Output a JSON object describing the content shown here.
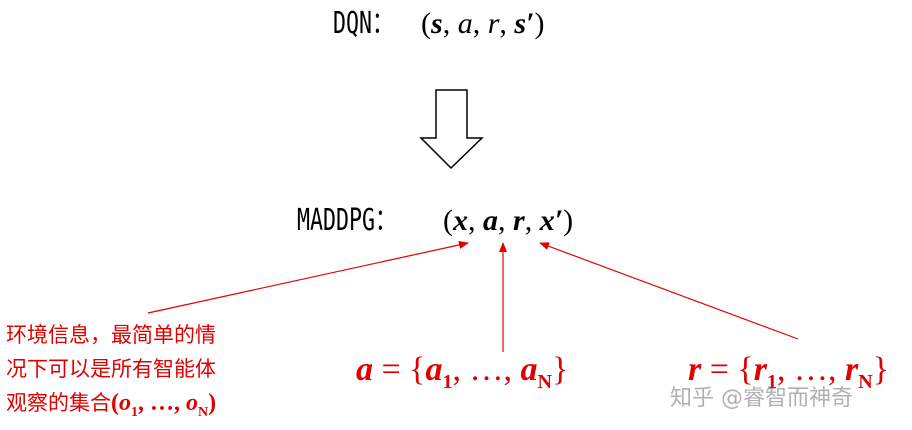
{
  "dqn": {
    "prefix": "DQN：",
    "tuple_open": "(",
    "s": "s",
    "comma1": ", ",
    "a": "a",
    "comma2": ", ",
    "r": "r",
    "comma3": ", ",
    "s_prime": "s′",
    "tuple_close": ")"
  },
  "maddpg": {
    "prefix": "MADDPG：",
    "tuple_open": "(",
    "x": "x",
    "comma1": ", ",
    "a": "a",
    "comma2": ", ",
    "r": "r",
    "comma3": ", ",
    "x_prime": "x′",
    "tuple_close": ")"
  },
  "annotations": {
    "x_note": {
      "line1": "环境信息，最简单的情",
      "line2": "况下可以是所有智能体",
      "line3_text": "观察的集合",
      "line3_math_open": "(",
      "o": "o",
      "sub1": "1",
      "mid": ", …, ",
      "subN": "N",
      "line3_math_close": ")"
    },
    "a_def": {
      "lhs": "a",
      "eq": " = {",
      "a1": "a",
      "sub1": "1",
      "mid": ", …, ",
      "aN": "a",
      "subN": "N",
      "close": "}"
    },
    "r_def": {
      "lhs": "r",
      "eq": " = {",
      "r1": "r",
      "sub1": "1",
      "mid": ", …, ",
      "rN": "r",
      "subN": "N",
      "close": "}"
    }
  },
  "watermark": "知乎 @睿智而神奇",
  "colors": {
    "annotation_red": "#e00000",
    "text_black": "#000000",
    "arrow_outline": "#000000"
  }
}
